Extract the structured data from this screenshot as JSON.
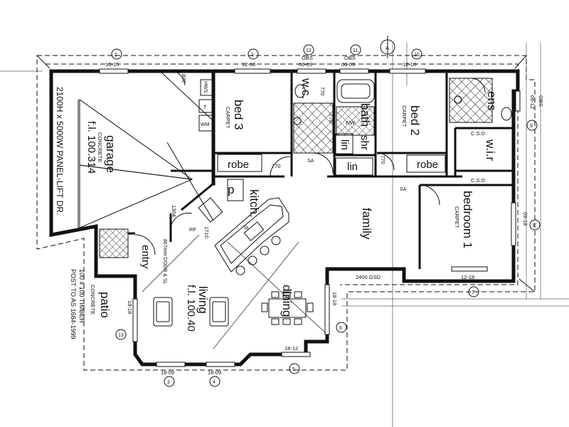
{
  "plan": {
    "north": "A",
    "rooms": {
      "garage": "garage",
      "garage_floor": "CONCRETE",
      "garage_level": "f.l. 100.314",
      "garage_door": "2100H x 5000W PANEL-LIFT DR.",
      "bed3": "bed 3",
      "bed3_floor": "CARPET",
      "bed2": "bed 2",
      "bed2_floor": "CARPET",
      "bedroom1": "bedroom 1",
      "bedroom1_floor": "CARPET",
      "wc": "w.c.",
      "bath": "bath",
      "ens": "ens",
      "wir": "w.i.r",
      "family": "family",
      "kitchen": "kitch.",
      "living": "living",
      "living_level": "f.l. 100.40",
      "dining": "dining",
      "entry": "entry",
      "patio": "patio",
      "patio_floor": "CONCRETE"
    },
    "fixtures": {
      "robe": "robe",
      "lin": "lin",
      "shr": "shr",
      "p": "p",
      "rf": "RF",
      "sl": "SL",
      "csd": "C.S.D",
      "tub": "T",
      "wm": "WM",
      "hws": "HWS",
      "fw": "F/W",
      "sa": "SA"
    },
    "dims": {
      "w1015": "10-15",
      "w1218": "12-18",
      "obs": "OBS",
      "w0609": "06-09",
      "w820": "820",
      "w770": "770",
      "w1304": "1304",
      "w2400": "2400 GSD",
      "w0918": "09-18",
      "w1812": "18-12",
      "w1809": "18-09",
      "w1818": "18-18",
      "w0612": "06-12",
      "w1710": "1710",
      "sd": "867mm DOOR & SL"
    },
    "notes": {
      "post": "100 x 100 TIMBER",
      "post2": "POST TO AS 1684-1999"
    },
    "bubbles": [
      "1",
      "2",
      "3",
      "4",
      "5",
      "6",
      "7",
      "8",
      "9",
      "10",
      "11",
      "12",
      "13"
    ]
  }
}
